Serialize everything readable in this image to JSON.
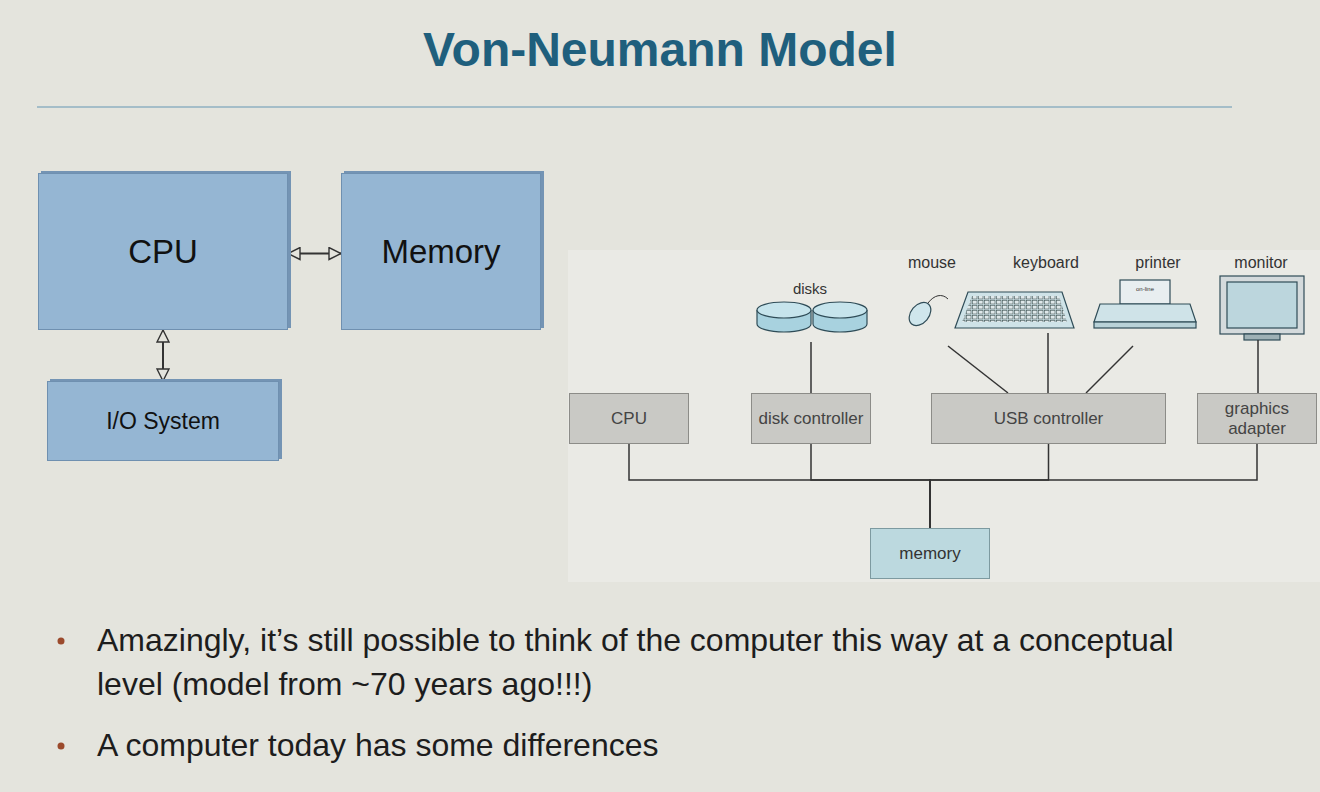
{
  "diagram": {
    "title": "Von-Neumann Model",
    "nodes": [
      {
        "text": [
          "CPU"
        ]
      },
      {
        "text": [
          "Memory"
        ]
      },
      {
        "text": [
          "I/O System"
        ]
      },
      {
        "text": [
          "CPU"
        ]
      },
      {
        "text": [
          "disk controller"
        ]
      },
      {
        "text": [
          "USB controller"
        ]
      },
      {
        "text": [
          "graphics adapter"
        ]
      },
      {
        "text": [
          "memory"
        ]
      }
    ],
    "edges": [
      {
        "from": 0,
        "to": 1,
        "arrow": "both"
      },
      {
        "from": 0,
        "to": 2,
        "arrow": "both"
      },
      {
        "from": 3,
        "to": 7,
        "arrow": "none"
      },
      {
        "from": 4,
        "to": 7,
        "arrow": "none"
      },
      {
        "from": 5,
        "to": 7,
        "arrow": "none"
      },
      {
        "from": 6,
        "to": 7,
        "arrow": "none"
      }
    ],
    "labels": [
      "disks",
      "mouse",
      "keyboard",
      "printer",
      "monitor",
      "on-line",
      "Amazingly, it’s still possible to think of the computer this way at a conceptual level (model from ~70 years ago!!!)",
      "A computer today has some differences"
    ]
  }
}
